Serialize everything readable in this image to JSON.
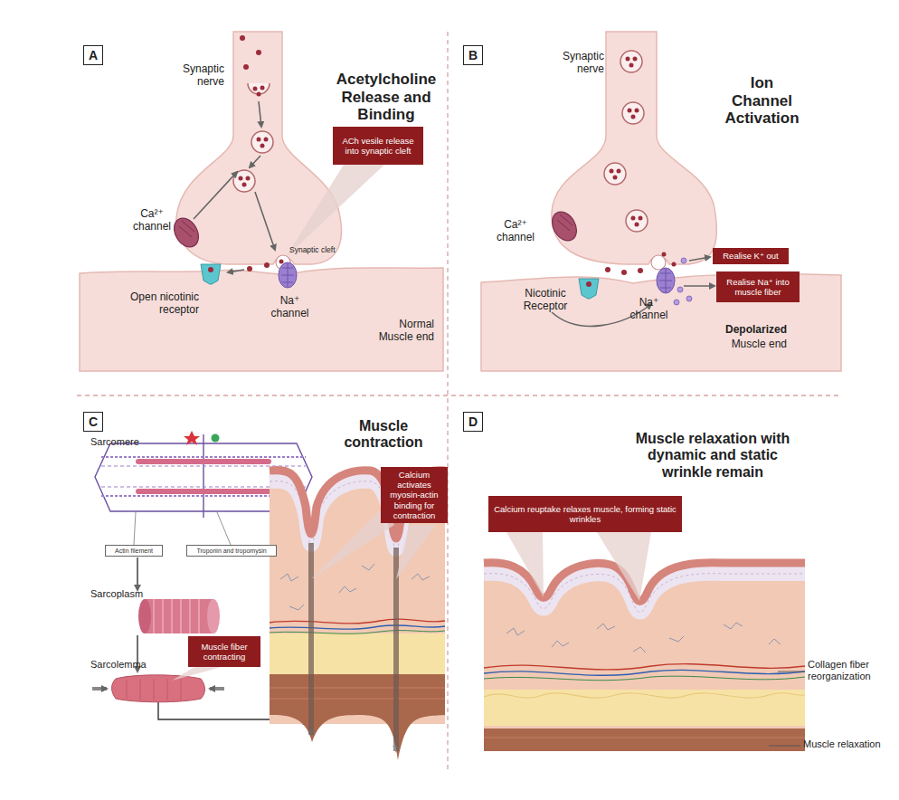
{
  "diagram": {
    "nodes": [
      {
        "text": [
          "A"
        ]
      },
      {
        "text": [
          "ACh vesile release into synaptic cleft"
        ]
      },
      {
        "text": [
          "B"
        ]
      },
      {
        "text": [
          "Realise K⁺ out"
        ]
      },
      {
        "text": [
          "Realise Na⁺ into muscle fiber"
        ]
      },
      {
        "text": [
          "C"
        ]
      },
      {
        "text": [
          "Calcium activates myosin-actin binding for contraction"
        ]
      },
      {
        "text": [
          "Actin filement"
        ]
      },
      {
        "text": [
          "Troponin and tropomysin"
        ]
      },
      {
        "text": [
          "Muscle fiber contracting"
        ]
      },
      {
        "text": [
          "D"
        ]
      },
      {
        "text": [
          "Calcium reuptake relaxes muscle, forming static wrinkles"
        ]
      }
    ],
    "labels": [
      "Acetylcholine Release and Binding",
      "Synaptic nerve",
      "Ca²⁺ channel",
      "Synaptic cleft",
      "Open nicotinic receptor",
      "Na⁺ channel",
      "Normal Muscle end",
      "Ion Channel Activation",
      "Synaptic nerve",
      "Ca²⁺ channel",
      "Nicotinic Receptor",
      "Na⁺ channel",
      "Depolarized",
      "Muscle end",
      "Muscle contraction",
      "Sarcomere",
      "Sarcoplasm",
      "Sarcolemma",
      "Muscle relaxation with dynamic and static wrinkle remain",
      "Collagen fiber reorganization",
      "Muscle relaxation"
    ]
  }
}
